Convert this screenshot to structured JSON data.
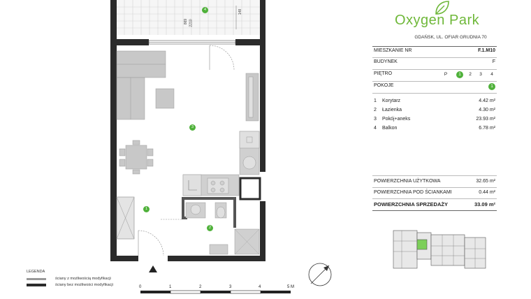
{
  "brand": {
    "name": "Oxygen Park",
    "address": "GDAŃSK, UL. OFIAR GRUDNIA 70"
  },
  "apartment": {
    "label_number": "MIESZKANIE NR",
    "number": "F.1.M10",
    "label_building": "BUDYNEK",
    "building": "F",
    "label_floor": "PIĘTRO",
    "floors": [
      "P",
      "1",
      "2",
      "3",
      "4"
    ],
    "active_floor": "1",
    "label_rooms": "POKOJE",
    "rooms": "1"
  },
  "rooms": [
    {
      "num": "1",
      "name": "Korytarz",
      "area": "4.42 m²"
    },
    {
      "num": "2",
      "name": "Łazienka",
      "area": "4.30 m²"
    },
    {
      "num": "3",
      "name": "Pokój+aneks",
      "area": "23.93 m²"
    },
    {
      "num": "4",
      "name": "Balkon",
      "area": "6.78 m²"
    }
  ],
  "areas": {
    "usable_label": "POWIERZCHNIA UŻYTKOWA",
    "usable": "32.65 m²",
    "under_walls_label": "POWIERZCHNIA POD ŚCIANKAMI",
    "under_walls": "0.44 m²",
    "sale_label": "POWIERZCHNIA SPRZEDAŻY",
    "sale": "33.09 m²"
  },
  "legend": {
    "title": "LEGENDA",
    "modifiable": "ściany z możliwością modyfikacji",
    "fixed": "ściany bez możliwości modyfikacji"
  },
  "scale": {
    "labels": [
      "0",
      "1",
      "2",
      "3",
      "4",
      "5 M"
    ]
  },
  "plan": {
    "room_markers": [
      "1",
      "2",
      "3",
      "4"
    ],
    "dimensions": [
      "148",
      "869",
      "2210"
    ]
  },
  "colors": {
    "accent": "#4fb13a",
    "brand": "#6fb83a",
    "wall": "#2b2b2b",
    "furniture": "#c8c8c8"
  },
  "icons": {
    "brand_logo": "leaf-icon",
    "compass": "north-arrow-icon",
    "entrance": "entrance-arrow-icon"
  }
}
